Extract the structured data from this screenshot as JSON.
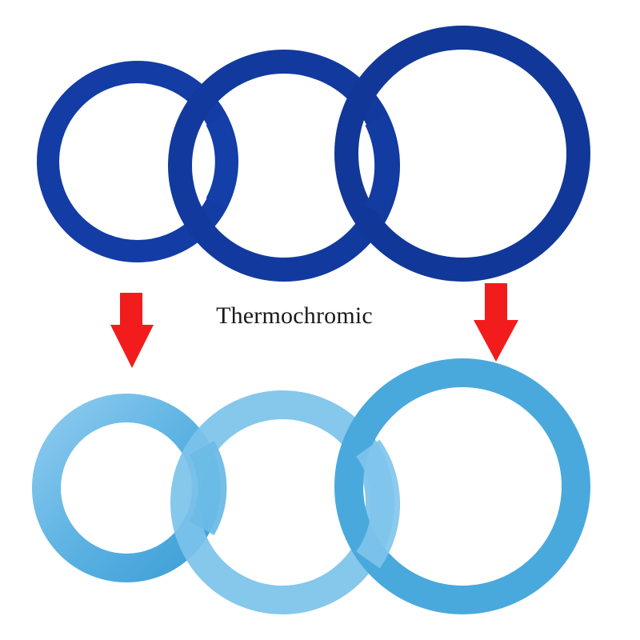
{
  "label": "Thermochromic",
  "colors": {
    "background": "#ffffff",
    "cold_ring": "#123a9c",
    "warm_ring": "#5ab2e0",
    "arrow": "#f21c1c",
    "text": "#1a1a1a"
  },
  "rings": {
    "top_count": 3,
    "bottom_count": 3
  },
  "arrows": {
    "count": 2,
    "direction": "down"
  }
}
